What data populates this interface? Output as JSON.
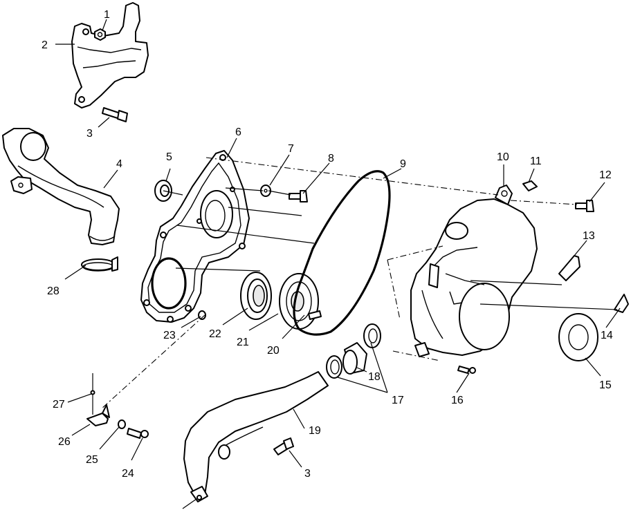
{
  "diagram": {
    "callouts": [
      {
        "id": "c1",
        "text": "1"
      },
      {
        "id": "c2",
        "text": "2"
      },
      {
        "id": "c3a",
        "text": "3"
      },
      {
        "id": "c4",
        "text": "4"
      },
      {
        "id": "c5",
        "text": "5"
      },
      {
        "id": "c6",
        "text": "6"
      },
      {
        "id": "c7",
        "text": "7"
      },
      {
        "id": "c8",
        "text": "8"
      },
      {
        "id": "c9",
        "text": "9"
      },
      {
        "id": "c10",
        "text": "10"
      },
      {
        "id": "c11",
        "text": "11"
      },
      {
        "id": "c12",
        "text": "12"
      },
      {
        "id": "c13",
        "text": "13"
      },
      {
        "id": "c14",
        "text": "14"
      },
      {
        "id": "c15",
        "text": "15"
      },
      {
        "id": "c16",
        "text": "16"
      },
      {
        "id": "c17",
        "text": "17"
      },
      {
        "id": "c18",
        "text": "18"
      },
      {
        "id": "c19",
        "text": "19"
      },
      {
        "id": "c20",
        "text": "20"
      },
      {
        "id": "c21",
        "text": "21"
      },
      {
        "id": "c22",
        "text": "22"
      },
      {
        "id": "c23",
        "text": "23"
      },
      {
        "id": "c24",
        "text": "24"
      },
      {
        "id": "c25",
        "text": "25"
      },
      {
        "id": "c26",
        "text": "26"
      },
      {
        "id": "c27",
        "text": "27"
      },
      {
        "id": "c28",
        "text": "28"
      },
      {
        "id": "c3b",
        "text": "3"
      }
    ]
  }
}
